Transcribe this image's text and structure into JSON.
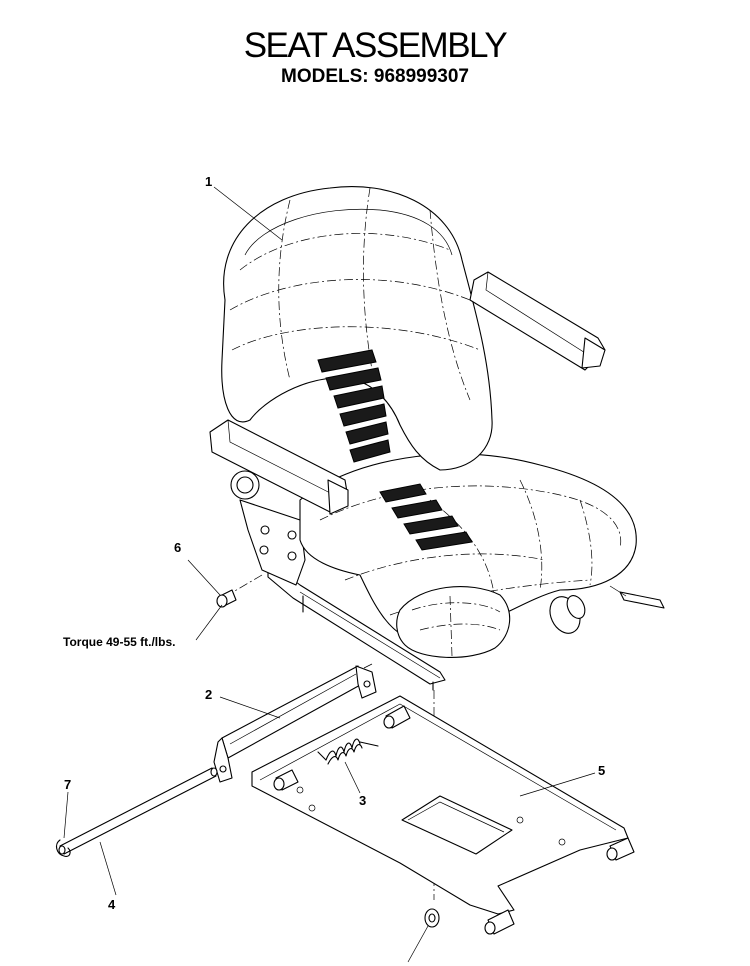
{
  "title": "SEAT ASSEMBLY",
  "subtitle": "MODELS:  968999307",
  "callouts": [
    {
      "id": "1",
      "part": "seat"
    },
    {
      "id": "2",
      "part": "seat-bracket"
    },
    {
      "id": "3",
      "part": "spring"
    },
    {
      "id": "4",
      "part": "pivot-rod"
    },
    {
      "id": "5",
      "part": "seat-plate"
    },
    {
      "id": "6",
      "part": "bolt"
    },
    {
      "id": "7",
      "part": "hairpin-clip"
    }
  ],
  "torque_note": "Torque 49-55 ft./lbs."
}
